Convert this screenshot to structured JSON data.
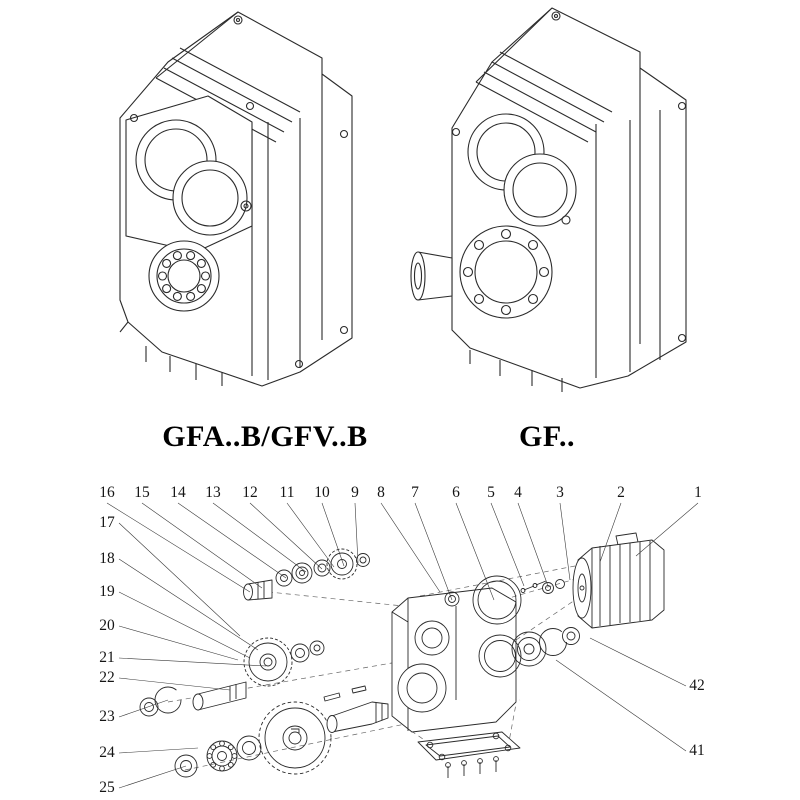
{
  "products": [
    {
      "id": "gfab-gfv",
      "label": "GFA..B/GFV..B"
    },
    {
      "id": "gf",
      "label": "GF.."
    }
  ],
  "exploded": {
    "top_callouts": [
      "16",
      "15",
      "14",
      "13",
      "12",
      "11",
      "10",
      "9",
      "8",
      "7",
      "6",
      "5",
      "4",
      "3",
      "2",
      "1"
    ],
    "left_callouts": [
      "17",
      "18",
      "19",
      "20",
      "21",
      "22",
      "23",
      "24",
      "25"
    ],
    "right_callouts": [
      "42",
      "41"
    ]
  }
}
